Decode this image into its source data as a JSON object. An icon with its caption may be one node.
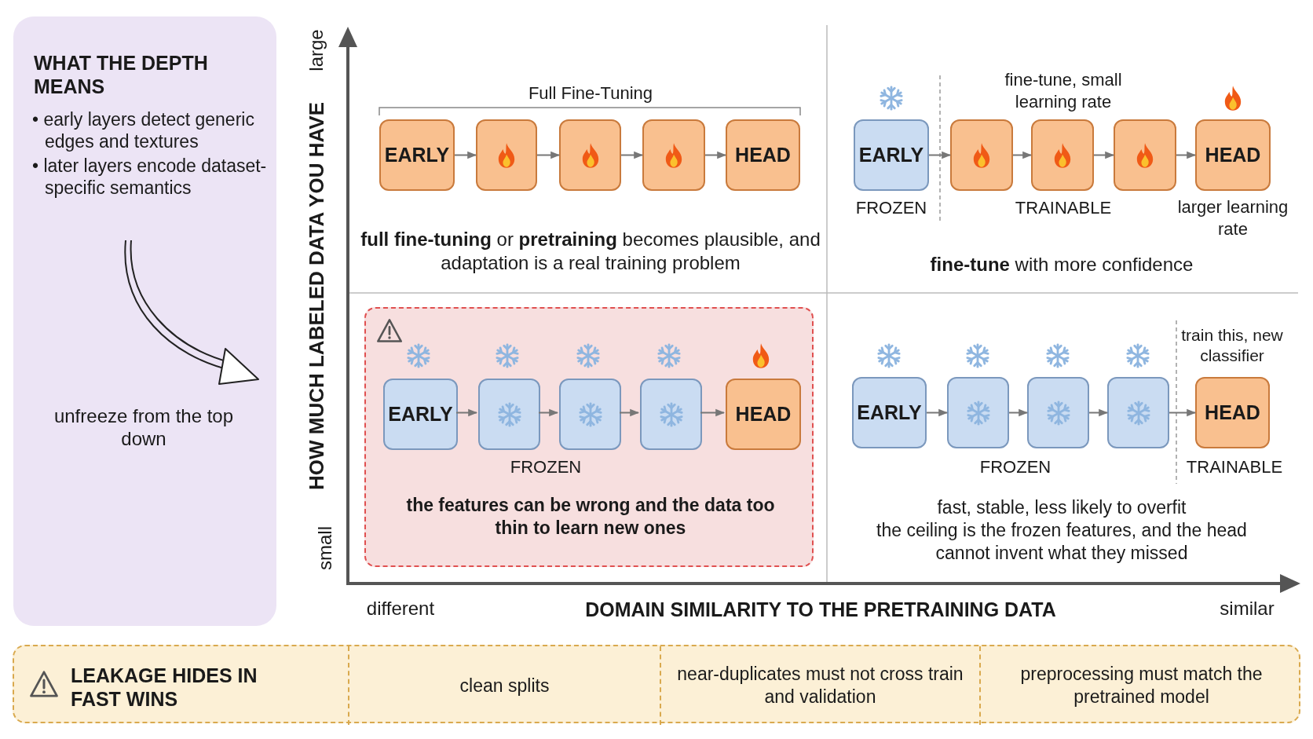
{
  "diagram": {
    "nodes": [
      {
        "text": [
          "WHAT THE DEPTH MEANS",
          "• early layers detect generic edges and textures",
          "• later layers encode dataset-specific semantics",
          "unfreeze from the top down"
        ]
      },
      {
        "text": [
          "EARLY"
        ]
      },
      {
        "text": [],
        "shape": "box"
      },
      {
        "text": [],
        "shape": "box"
      },
      {
        "text": [],
        "shape": "box"
      },
      {
        "text": [
          "HEAD"
        ]
      },
      {
        "text": [
          "EARLY"
        ],
        "beside": [
          "FROZEN"
        ]
      },
      {
        "text": [],
        "shape": "box"
      },
      {
        "text": [],
        "shape": "box"
      },
      {
        "text": [],
        "shape": "box"
      },
      {
        "text": [
          "HEAD"
        ],
        "beside": [
          "larger learning rate"
        ]
      },
      {
        "text": [
          "the features can be wrong and the data too thin to learn new ones"
        ]
      },
      {
        "text": [
          "EARLY"
        ],
        "in": 11
      },
      {
        "text": [],
        "shape": "box",
        "in": 11
      },
      {
        "text": [],
        "shape": "box",
        "in": 11
      },
      {
        "text": [],
        "shape": "box",
        "in": 11
      },
      {
        "text": [
          "HEAD"
        ],
        "in": 11
      },
      {
        "text": [
          "EARLY"
        ]
      },
      {
        "text": [],
        "shape": "box"
      },
      {
        "text": [],
        "shape": "box"
      },
      {
        "text": [],
        "shape": "box"
      },
      {
        "text": [
          "HEAD"
        ]
      },
      {
        "text": [
          "LEAKAGE HIDES IN FAST WINS"
        ]
      },
      {
        "text": [
          "clean splits"
        ],
        "in": 22
      },
      {
        "text": [
          "near-duplicates must not cross train and validation"
        ],
        "in": 22
      },
      {
        "text": [
          "preprocessing must match the pretrained model"
        ],
        "in": 22
      }
    ],
    "edges": [
      {
        "from": 1,
        "to": 2,
        "arrow": "to"
      },
      {
        "from": 2,
        "to": 3,
        "arrow": "to"
      },
      {
        "from": 3,
        "to": 4,
        "arrow": "to"
      },
      {
        "from": 4,
        "to": 5,
        "arrow": "to"
      },
      {
        "from": 6,
        "to": 7,
        "arrow": "to"
      },
      {
        "from": 7,
        "to": 8,
        "arrow": "to"
      },
      {
        "from": 8,
        "to": 9,
        "arrow": "to"
      },
      {
        "from": 9,
        "to": 10,
        "arrow": "to"
      },
      {
        "from": 12,
        "to": 13,
        "arrow": "to"
      },
      {
        "from": 13,
        "to": 14,
        "arrow": "to"
      },
      {
        "from": 14,
        "to": 15,
        "arrow": "to"
      },
      {
        "from": 15,
        "to": 16,
        "arrow": "to"
      },
      {
        "from": 17,
        "to": 18,
        "arrow": "to"
      },
      {
        "from": 18,
        "to": 19,
        "arrow": "to"
      },
      {
        "from": 19,
        "to": 20,
        "arrow": "to"
      },
      {
        "from": 20,
        "to": 21,
        "arrow": "to"
      }
    ],
    "labels": [
      "large",
      "HOW MUCH LABELED DATA YOU HAVE",
      "Full Fine-Tuning",
      "fine-tune, small learning rate",
      "TRAINABLE",
      "**full fine-tuning** or **pretraining** becomes plausible, and adaptation is a real training problem",
      "**fine-tune** with more confidence",
      "train this, new classifier",
      "FROZEN",
      "FROZEN",
      "TRAINABLE",
      "small",
      "fast, stable, less likely to overfit",
      "the ceiling is the frozen features, and the head cannot invent what they missed",
      "different",
      "DOMAIN SIMILARITY TO THE PRETRAINING DATA",
      "similar"
    ]
  }
}
